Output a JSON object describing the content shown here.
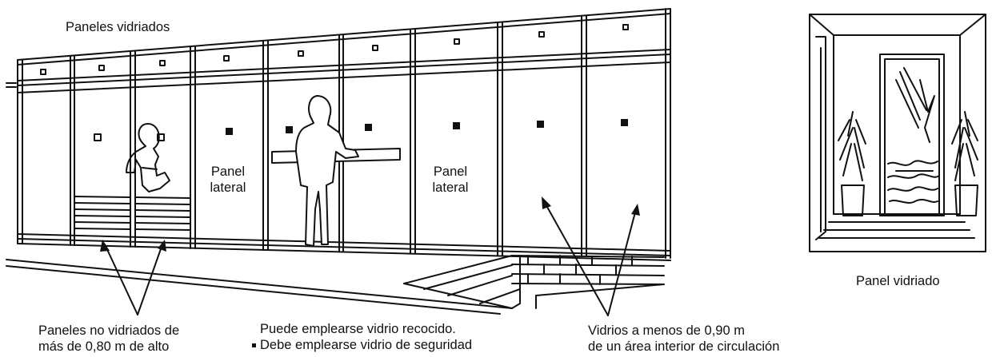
{
  "labels": {
    "paneles_vidriados": "Paneles vidriados",
    "panel_lateral_1": [
      "Panel",
      "lateral"
    ],
    "panel_lateral_2": [
      "Panel",
      "lateral"
    ],
    "panel_vidriado": "Panel vidriado",
    "paneles_no_vidriados": [
      "Paneles no vidriados de",
      "más de 0,80 m de alto"
    ],
    "vidrio_note": [
      "Puede emplearse vidrio recocido.",
      "Debe emplearse vidrio de seguridad"
    ],
    "vidrios_menos": [
      "Vidrios a menos de 0,90 m",
      "de un área interior de circulación"
    ]
  }
}
